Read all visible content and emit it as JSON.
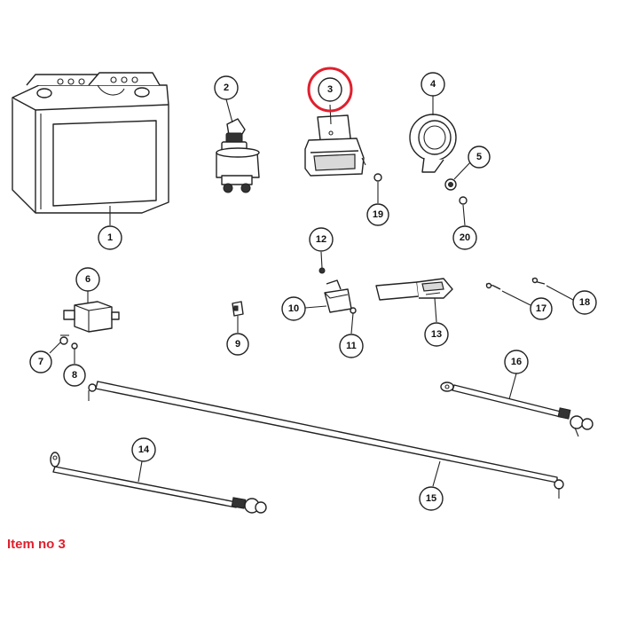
{
  "caption": "Item no 3",
  "highlight_color": "#e0202e",
  "highlighted_item": "3",
  "callouts": [
    "1",
    "2",
    "3",
    "4",
    "5",
    "6",
    "7",
    "8",
    "9",
    "10",
    "11",
    "12",
    "13",
    "14",
    "15",
    "16",
    "17",
    "18",
    "19",
    "20"
  ]
}
